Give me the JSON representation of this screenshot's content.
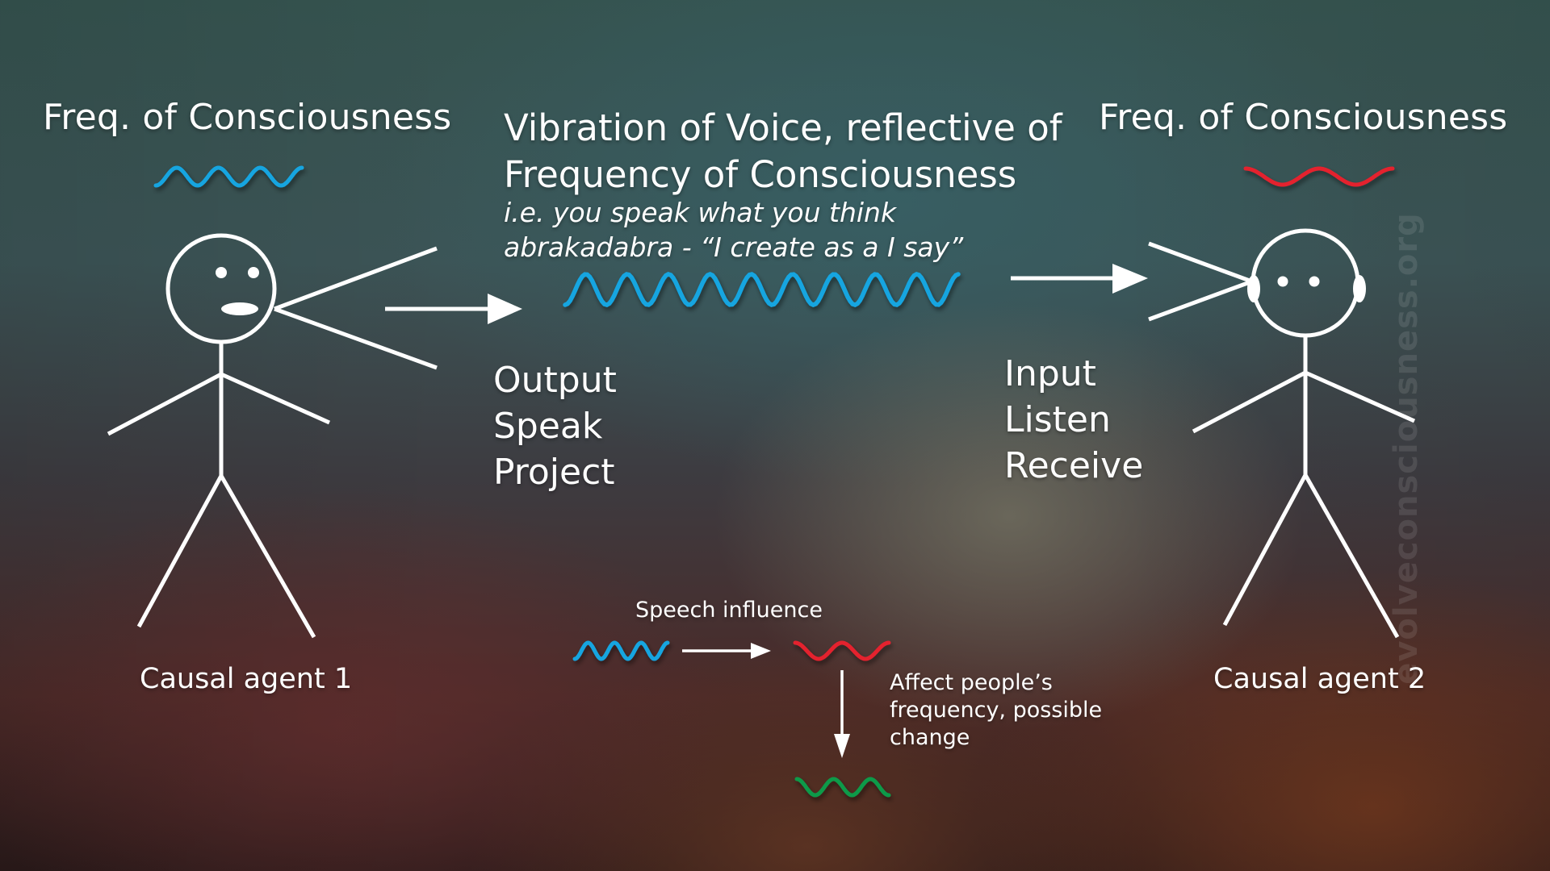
{
  "colors": {
    "wave_blue": "#14a5e0",
    "wave_red": "#e4202e",
    "wave_green": "#0f9a48",
    "stroke": "#ffffff"
  },
  "left": {
    "title": "Freq. of Consciousness",
    "agent_label": "Causal agent 1",
    "wave_color": "blue"
  },
  "center": {
    "title_line1": "Vibration of Voice, reflective of",
    "title_line2": "Frequency of Consciousness",
    "subtitle_line1": "i.e. you speak what you think",
    "subtitle_line2": "abrakadabra - “I create as a I say”",
    "output_labels": [
      "Output",
      "Speak",
      "Project"
    ],
    "input_labels": [
      "Input",
      "Listen",
      "Receive"
    ]
  },
  "right": {
    "title": "Freq. of Consciousness",
    "agent_label": "Causal agent 2",
    "wave_color": "red"
  },
  "influence": {
    "label": "Speech influence",
    "effect_line1": "Affect people’s",
    "effect_line2": "frequency, possible",
    "effect_line3": "change"
  },
  "watermark": "evolveconsciousness.org"
}
